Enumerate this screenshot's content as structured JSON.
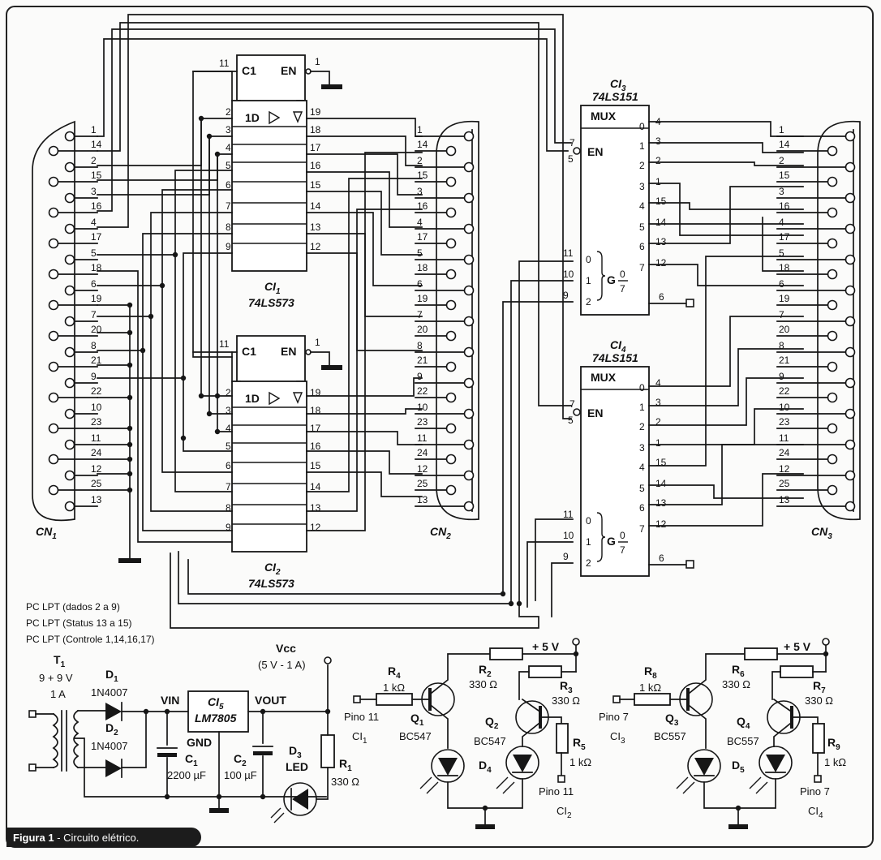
{
  "cn1": {
    "label": "CN",
    "sub": "1",
    "top_pins": [
      "1",
      "2",
      "3",
      "4",
      "5",
      "6",
      "7",
      "8",
      "9",
      "10",
      "11",
      "12",
      "13"
    ],
    "bottom_pins": [
      "14",
      "15",
      "16",
      "17",
      "18",
      "19",
      "20",
      "21",
      "22",
      "23",
      "24",
      "25"
    ]
  },
  "cn2": {
    "label": "CN",
    "sub": "2",
    "top_pins": [
      "1",
      "2",
      "3",
      "4",
      "5",
      "6",
      "7",
      "8",
      "9",
      "10",
      "11",
      "12",
      "13"
    ],
    "bottom_pins": [
      "14",
      "15",
      "16",
      "17",
      "18",
      "19",
      "20",
      "21",
      "22",
      "23",
      "24",
      "25"
    ]
  },
  "cn3": {
    "label": "CN",
    "sub": "3",
    "top_pins": [
      "1",
      "2",
      "3",
      "4",
      "5",
      "6",
      "7",
      "8",
      "9",
      "10",
      "11",
      "12",
      "13"
    ],
    "bottom_pins": [
      "14",
      "15",
      "16",
      "17",
      "18",
      "19",
      "20",
      "21",
      "22",
      "23",
      "24",
      "25"
    ]
  },
  "ci1": {
    "name": "CI",
    "sub": "1",
    "part": "74LS573",
    "c1": "C1",
    "en": "EN",
    "d1": "1D",
    "c1_pin": "11",
    "en_pin": "1",
    "left_pins": [
      "2",
      "3",
      "4",
      "5",
      "6",
      "7",
      "8",
      "9"
    ],
    "right_pins": [
      "19",
      "18",
      "17",
      "16",
      "15",
      "14",
      "13",
      "12"
    ]
  },
  "ci2": {
    "name": "CI",
    "sub": "2",
    "part": "74LS573",
    "c1": "C1",
    "en": "EN",
    "d1": "1D",
    "c1_pin": "11",
    "en_pin": "1",
    "left_pins": [
      "2",
      "3",
      "4",
      "5",
      "6",
      "7",
      "8",
      "9"
    ],
    "right_pins": [
      "19",
      "18",
      "17",
      "16",
      "15",
      "14",
      "13",
      "12"
    ]
  },
  "ci3": {
    "name": "CI",
    "sub": "3",
    "part": "74LS151",
    "mux": "MUX",
    "en": "EN",
    "en_pin": "7",
    "en_pin2": "5",
    "sel_pins": [
      "11",
      "10",
      "9"
    ],
    "sel_labels": [
      "0",
      "1",
      "2"
    ],
    "g": "G",
    "g_frac_top": "0",
    "g_frac_bot": "7",
    "out_pin": "6",
    "in_labels": [
      "0",
      "1",
      "2",
      "3",
      "4",
      "5",
      "6",
      "7"
    ],
    "in_pins": [
      "4",
      "3",
      "2",
      "1",
      "15",
      "14",
      "13",
      "12"
    ]
  },
  "ci4": {
    "name": "CI",
    "sub": "4",
    "part": "74LS151",
    "mux": "MUX",
    "en": "EN",
    "en_pin": "7",
    "en_pin2": "5",
    "sel_pins": [
      "11",
      "10",
      "9"
    ],
    "sel_labels": [
      "0",
      "1",
      "2"
    ],
    "g": "G",
    "g_frac_top": "0",
    "g_frac_bot": "7",
    "out_pin": "6",
    "in_labels": [
      "0",
      "1",
      "2",
      "3",
      "4",
      "5",
      "6",
      "7"
    ],
    "in_pins": [
      "4",
      "3",
      "2",
      "1",
      "15",
      "14",
      "13",
      "12"
    ]
  },
  "legend": [
    "PC LPT (dados 2 a 9)",
    "PC LPT (Status 13 a 15)",
    "PC LPT (Controle 1,14,16,17)"
  ],
  "psu": {
    "t1": "T",
    "t1_sub": "1",
    "t1_volt": "9 + 9 V",
    "t1_amp": "1 A",
    "d1": "D",
    "d1_sub": "1",
    "d1_part": "1N4007",
    "d2": "D",
    "d2_sub": "2",
    "d2_part": "1N4007",
    "vin": "VIN",
    "vout": "VOUT",
    "gnd": "GND",
    "ci5": "CI",
    "ci5_sub": "5",
    "ci5_part": "LM7805",
    "c1": "C",
    "c1_sub": "1",
    "c1_val": "2200 µF",
    "c2": "C",
    "c2_sub": "2",
    "c2_val": "100 µF",
    "vcc": "Vcc",
    "vcc_spec": "(5 V - 1 A)",
    "d3": "D",
    "d3_sub": "3",
    "d3_part": "LED",
    "r1": "R",
    "r1_sub": "1",
    "r1_val": "330 Ω"
  },
  "ind1": {
    "r4": "R",
    "r4_sub": "4",
    "r4_val": "1 kΩ",
    "pin_in": "Pino 11",
    "ci_in": "CI",
    "ci_in_sub": "1",
    "q1": "Q",
    "q1_sub": "1",
    "q1_part": "BC547",
    "r2": "R",
    "r2_sub": "2",
    "r2_val": "330 Ω",
    "vplus": "+ 5 V",
    "r3": "R",
    "r3_sub": "3",
    "r3_val": "330 Ω",
    "q2": "Q",
    "q2_sub": "2",
    "q2_part": "BC547",
    "r5": "R",
    "r5_sub": "5",
    "r5_val": "1 kΩ",
    "pin_out": "Pino 11",
    "ci_out": "CI",
    "ci_out_sub": "2",
    "d4": "D",
    "d4_sub": "4"
  },
  "ind2": {
    "r8": "R",
    "r8_sub": "8",
    "r8_val": "1 kΩ",
    "pin_in": "Pino 7",
    "ci_in": "CI",
    "ci_in_sub": "3",
    "q3": "Q",
    "q3_sub": "3",
    "q3_part": "BC557",
    "r6": "R",
    "r6_sub": "6",
    "r6_val": "330 Ω",
    "vplus": "+ 5 V",
    "r7": "R",
    "r7_sub": "7",
    "r7_val": "330 Ω",
    "q4": "Q",
    "q4_sub": "4",
    "q4_part": "BC557",
    "r9": "R",
    "r9_sub": "9",
    "r9_val": "1 kΩ",
    "pin_out": "Pino 7",
    "ci_out": "CI",
    "ci_out_sub": "4",
    "d5": "D",
    "d5_sub": "5"
  },
  "caption": {
    "title": "Figura 1",
    "text": " - Circuito elétrico."
  }
}
